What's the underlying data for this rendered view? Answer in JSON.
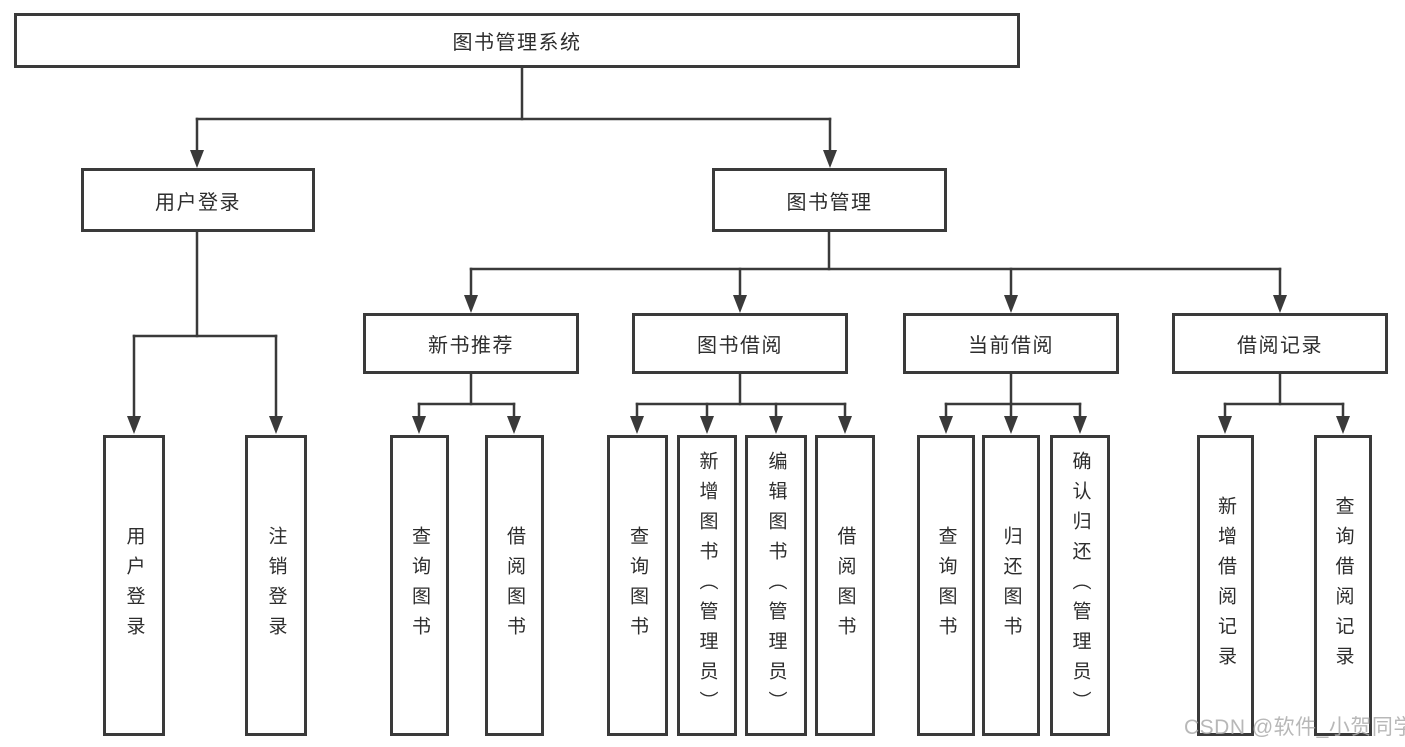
{
  "tree": {
    "root": {
      "label": "图书管理系统"
    },
    "branches": [
      {
        "label": "用户登录",
        "children": [
          {
            "label": "用户登录"
          },
          {
            "label": "注销登录"
          }
        ]
      },
      {
        "label": "图书管理",
        "children": [
          {
            "label": "新书推荐",
            "children": [
              {
                "label": "查询图书"
              },
              {
                "label": "借阅图书"
              }
            ]
          },
          {
            "label": "图书借阅",
            "children": [
              {
                "label": "查询图书"
              },
              {
                "label": "新增图书（管理员）"
              },
              {
                "label": "编辑图书（管理员）"
              },
              {
                "label": "借阅图书"
              }
            ]
          },
          {
            "label": "当前借阅",
            "children": [
              {
                "label": "查询图书"
              },
              {
                "label": "归还图书"
              },
              {
                "label": "确认归还（管理员）"
              }
            ]
          },
          {
            "label": "借阅记录",
            "children": [
              {
                "label": "新增借阅记录"
              },
              {
                "label": "查询借阅记录"
              }
            ]
          }
        ]
      }
    ]
  },
  "watermark": {
    "text": "CSDN @软件_小贺同学",
    "color": "#acacac"
  },
  "colors": {
    "line": "#3a3a3a",
    "box_border": "#3a3a3a",
    "text": "#2d2d2d",
    "background": "#ffffff"
  }
}
